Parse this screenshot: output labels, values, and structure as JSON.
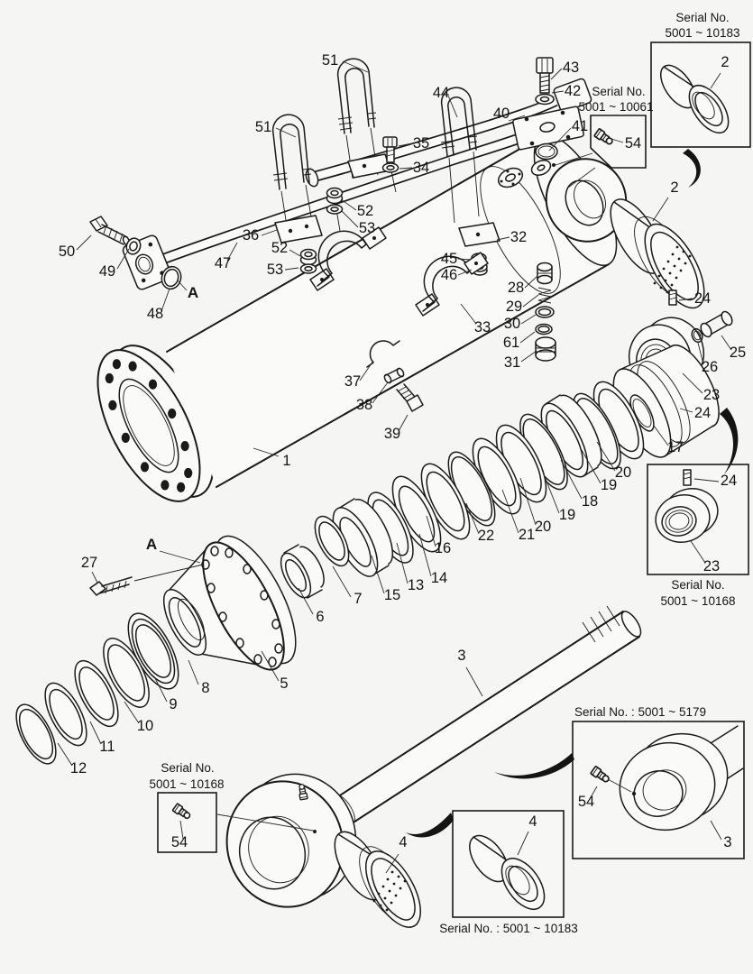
{
  "document": {
    "type": "exploded-parts-diagram",
    "subject": "Hydraulic cylinder assembly"
  },
  "colors": {
    "background": "#f5f5f3",
    "ink": "#1a1a1a"
  },
  "insets": {
    "top_right": {
      "caption_line1": "Serial No.",
      "caption_line2": "5001 ~ 10183"
    },
    "head_grease": {
      "caption_line1": "Serial No.",
      "caption_line2": "5001 ~ 10061"
    },
    "right_nut": {
      "caption_line1": "Serial No.",
      "caption_line2": "5001 ~ 10168"
    },
    "rod_eye": {
      "caption": "Serial No. : 5001 ~ 5179"
    },
    "rod_bushing": {
      "caption": "Serial No. : 5001 ~ 10183"
    },
    "rod_grease": {
      "caption_line1": "Serial No.",
      "caption_line2": "5001 ~ 10168"
    }
  },
  "view_markers": {
    "upper": "A",
    "lower": "A"
  },
  "part_labels": {
    "n1": "1",
    "n2a": "2",
    "n2b": "2",
    "n3a": "3",
    "n3b": "3",
    "n4a": "4",
    "n4b": "4",
    "n5": "5",
    "n6": "6",
    "n7": "7",
    "n8": "8",
    "n9": "9",
    "n10": "10",
    "n11": "11",
    "n12": "12",
    "n13": "13",
    "n14": "14",
    "n15": "15",
    "n16": "16",
    "n17": "17",
    "n18": "18",
    "n19a": "19",
    "n19b": "19",
    "n20a": "20",
    "n20b": "20",
    "n21": "21",
    "n22": "22",
    "n23a": "23",
    "n23c": "23",
    "n24a": "24",
    "n24b": "24",
    "n24c": "24",
    "n25": "25",
    "n26": "26",
    "n27": "27",
    "n28": "28",
    "n29": "29",
    "n30": "30",
    "n31": "31",
    "n32": "32",
    "n33": "33",
    "n34": "34",
    "n35": "35",
    "n36": "36",
    "n37": "37",
    "n38": "38",
    "n39": "39",
    "n40": "40",
    "n41": "41",
    "n42": "42",
    "n43": "43",
    "n44": "44",
    "n45": "45",
    "n46": "46",
    "n47": "47",
    "n48": "48",
    "n49": "49",
    "n50": "50",
    "n51a": "51",
    "n51b": "51",
    "n52a": "52",
    "n52b": "52",
    "n53a": "53",
    "n53b": "53",
    "n54a": "54",
    "n54b": "54",
    "n54c": "54",
    "n61": "61"
  }
}
